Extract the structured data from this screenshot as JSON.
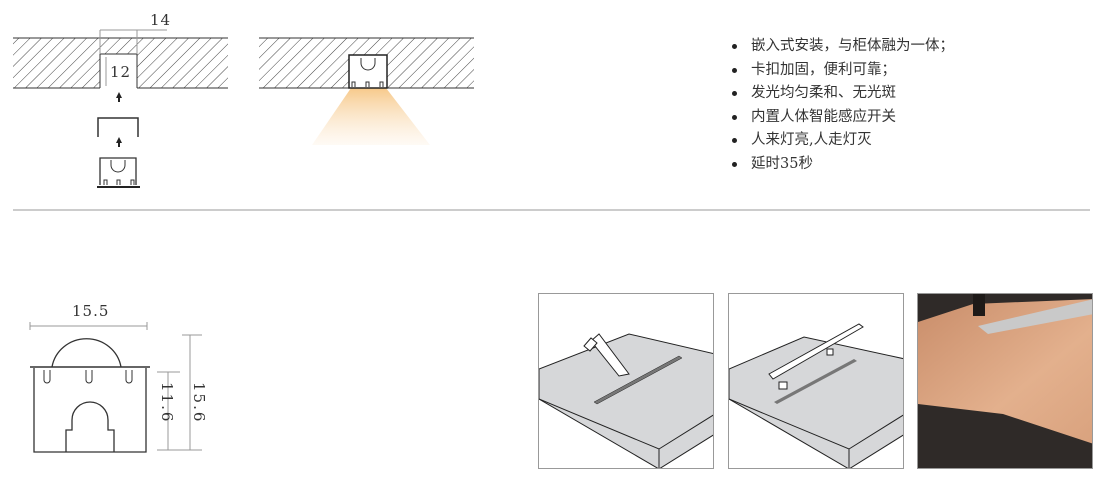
{
  "install_diagram": {
    "width_dim": "14",
    "depth_dim": "12"
  },
  "features": [
    "嵌入式安装，与柜体融为一体；",
    "卡扣加固，便利可靠；",
    "发光均匀柔和、无光斑",
    "内置人体智能感应开关",
    "人来灯亮,人走灯灭",
    "延时35秒"
  ],
  "profile_diagram": {
    "width_dim": "15.5",
    "body_height_dim": "11.6",
    "total_height_dim": "15.6"
  },
  "colors": {
    "line": "#333333",
    "light": "#f7c98a",
    "board": "#d6d7d9",
    "wood": "#d9a27e",
    "dark": "#2f2a28"
  }
}
